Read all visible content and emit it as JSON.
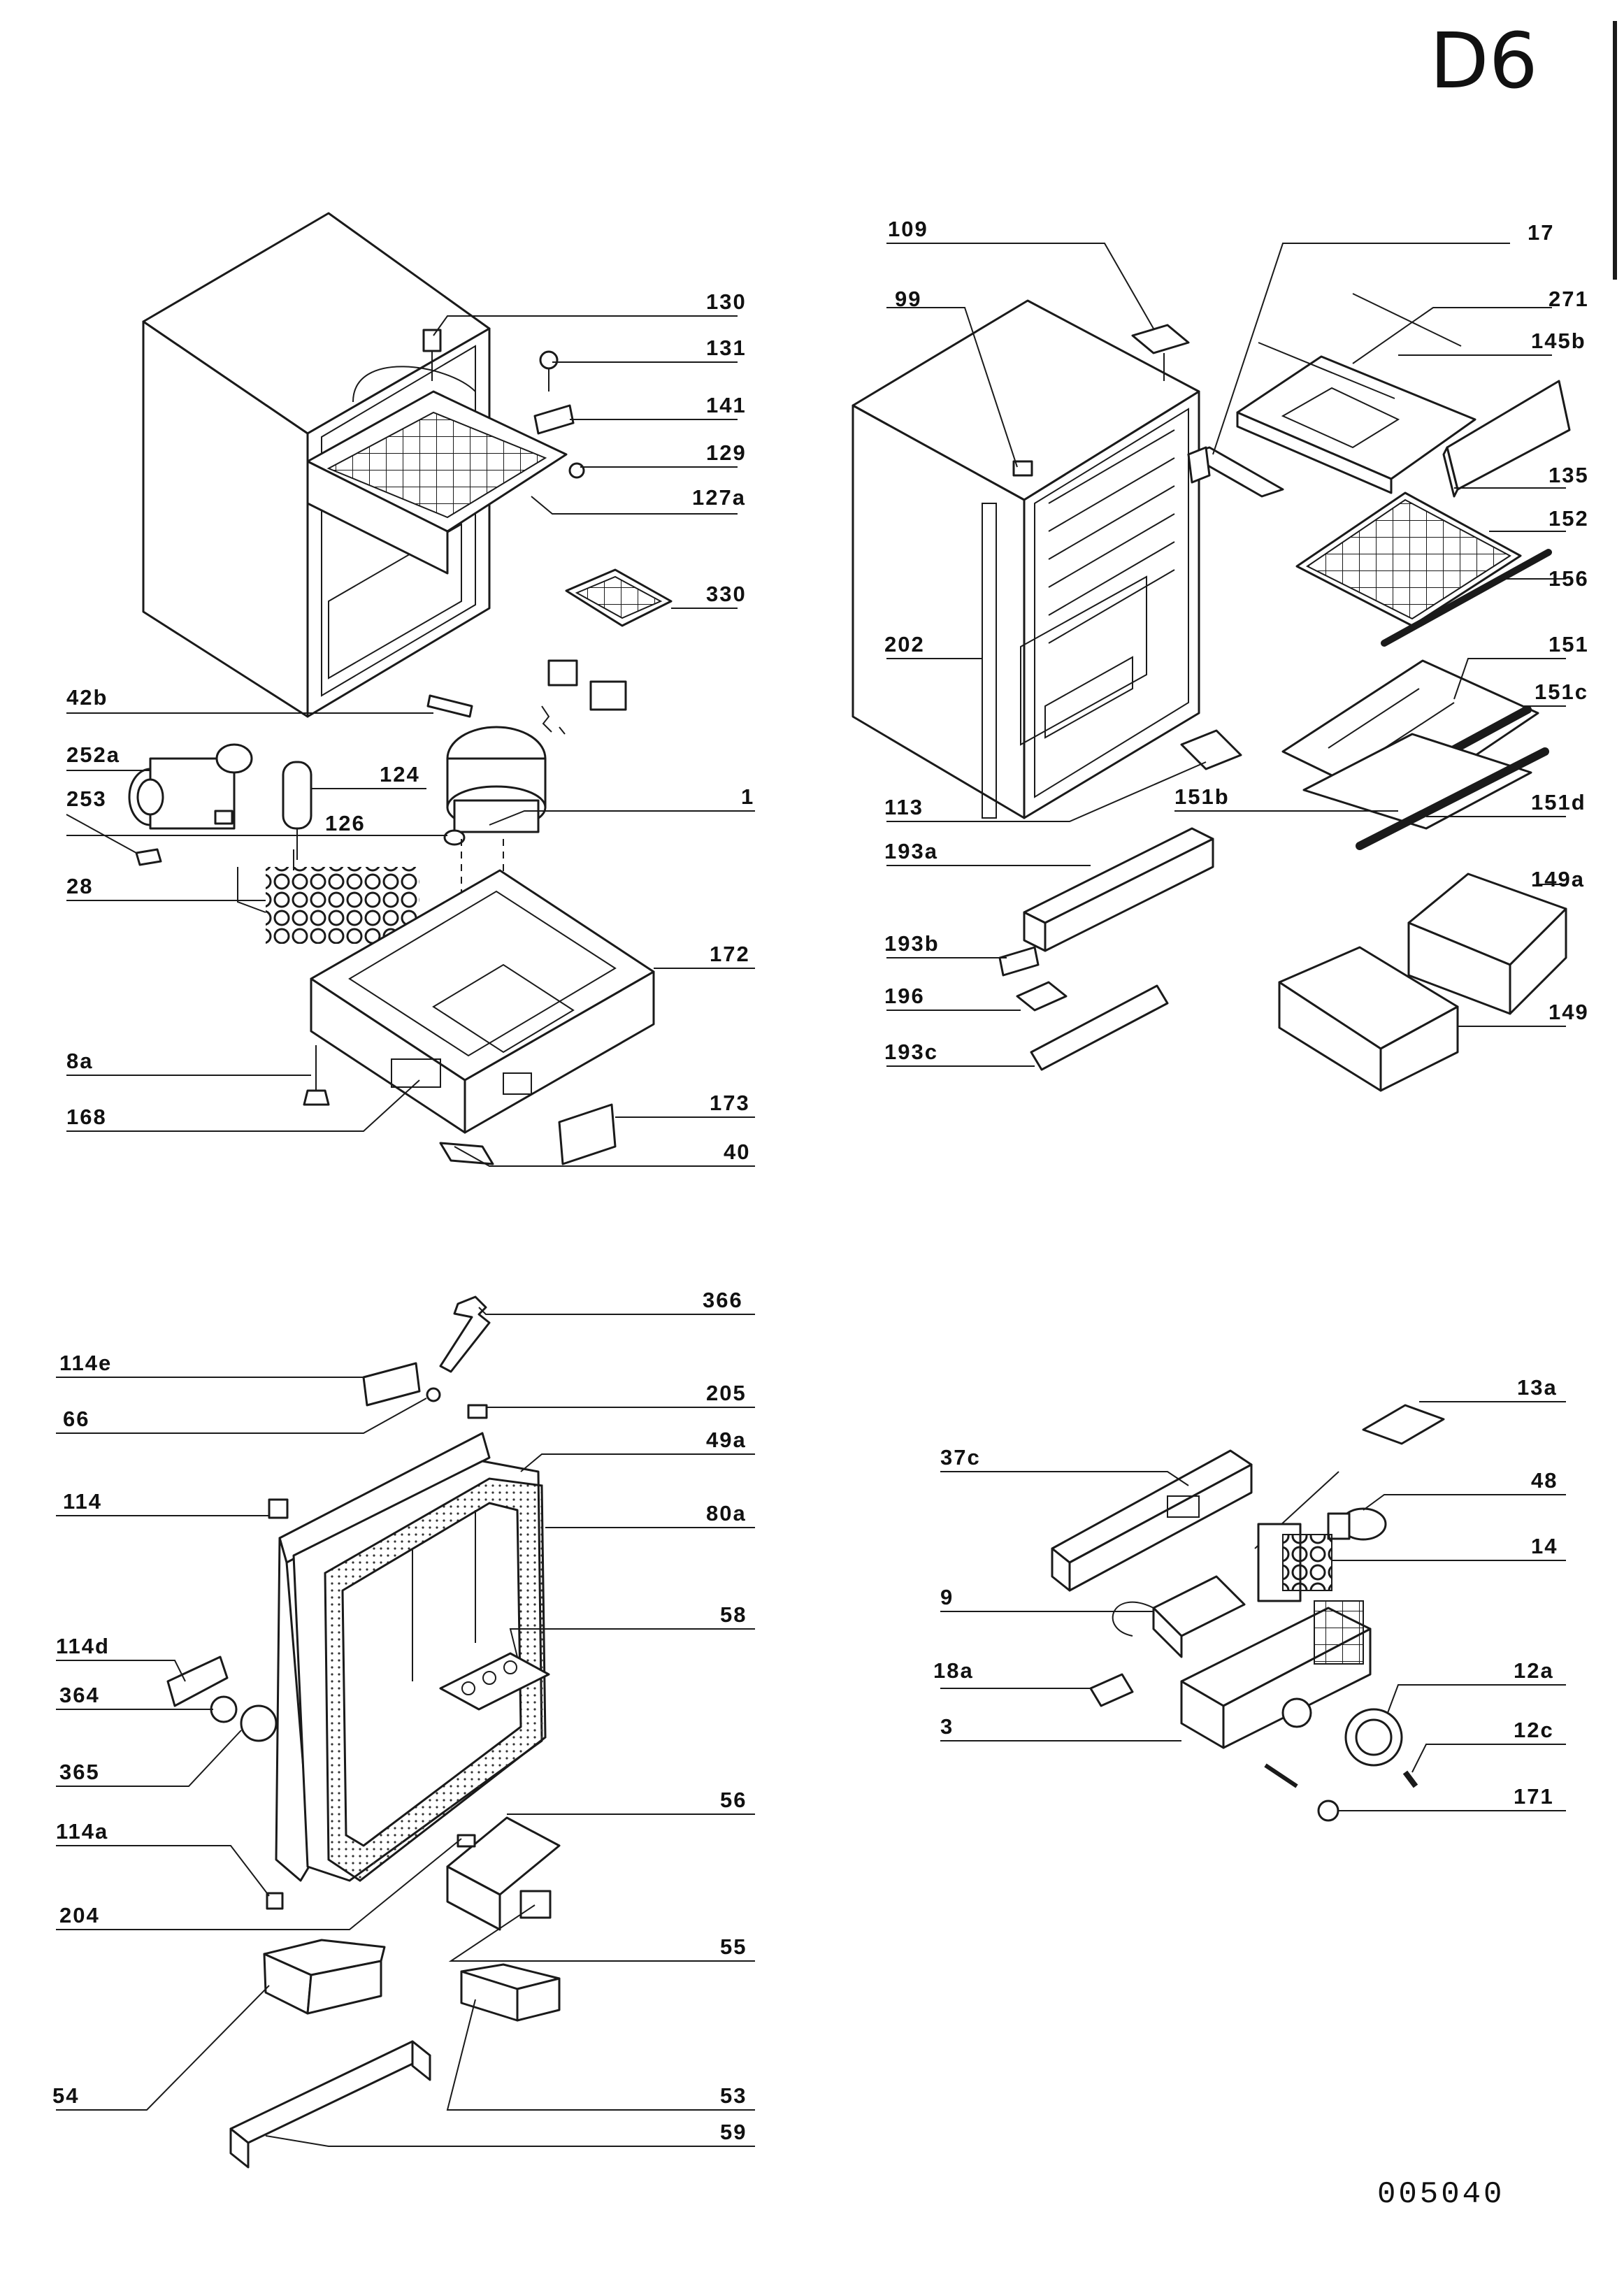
{
  "sheet_id": "D6",
  "drawing_number": "005040",
  "views": {
    "cabinet_rear": {
      "labels": [
        "130",
        "131",
        "141",
        "129",
        "127a",
        "330",
        "42b",
        "252a",
        "124",
        "1",
        "253",
        "126",
        "28",
        "172",
        "8a",
        "168",
        "173",
        "40"
      ]
    },
    "cabinet_front": {
      "labels": [
        "109",
        "17",
        "99",
        "271",
        "145b",
        "135",
        "152",
        "156",
        "202",
        "151",
        "151c",
        "113",
        "151b",
        "151d",
        "193a",
        "149a",
        "193b",
        "196",
        "149",
        "193c"
      ]
    },
    "door": {
      "labels": [
        "366",
        "114e",
        "205",
        "66",
        "49a",
        "114",
        "80a",
        "58",
        "114d",
        "364",
        "365",
        "114a",
        "56",
        "204",
        "55",
        "54",
        "53",
        "59"
      ]
    },
    "thermostat": {
      "labels": [
        "13a",
        "37c",
        "48",
        "14",
        "9",
        "18a",
        "12a",
        "3",
        "12c",
        "171"
      ]
    }
  }
}
